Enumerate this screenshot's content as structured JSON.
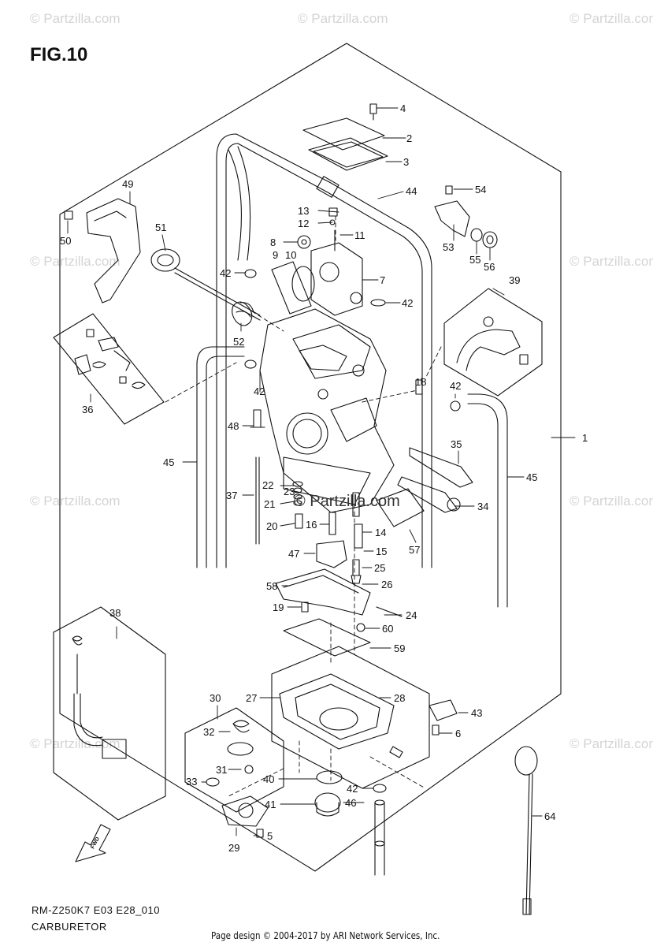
{
  "figure": {
    "title": "FIG.10",
    "model_code": "RM-Z250K7 E03 E28_010",
    "subtitle": "CARBURETOR",
    "credit": "Page design © 2004-2017 by ARI Network Services, Inc."
  },
  "watermarks": {
    "text": "© Partzilla.com",
    "center_text": "© Partzilla.com"
  },
  "fwd_label": "FWD",
  "callouts": [
    {
      "id": "1",
      "text": "1"
    },
    {
      "id": "2",
      "text": "2"
    },
    {
      "id": "3",
      "text": "3"
    },
    {
      "id": "4",
      "text": "4"
    },
    {
      "id": "5",
      "text": "5"
    },
    {
      "id": "6",
      "text": "6"
    },
    {
      "id": "7",
      "text": "7"
    },
    {
      "id": "8",
      "text": "8"
    },
    {
      "id": "9",
      "text": "9"
    },
    {
      "id": "10",
      "text": "10"
    },
    {
      "id": "11",
      "text": "11"
    },
    {
      "id": "12",
      "text": "12"
    },
    {
      "id": "13",
      "text": "13"
    },
    {
      "id": "14",
      "text": "14"
    },
    {
      "id": "15",
      "text": "15"
    },
    {
      "id": "16",
      "text": "16"
    },
    {
      "id": "18",
      "text": "18"
    },
    {
      "id": "19",
      "text": "19"
    },
    {
      "id": "20",
      "text": "20"
    },
    {
      "id": "21",
      "text": "21"
    },
    {
      "id": "22",
      "text": "22"
    },
    {
      "id": "23",
      "text": "23"
    },
    {
      "id": "24",
      "text": "24"
    },
    {
      "id": "25",
      "text": "25"
    },
    {
      "id": "26",
      "text": "26"
    },
    {
      "id": "27",
      "text": "27"
    },
    {
      "id": "28",
      "text": "28"
    },
    {
      "id": "29",
      "text": "29"
    },
    {
      "id": "30",
      "text": "30"
    },
    {
      "id": "31",
      "text": "31"
    },
    {
      "id": "32",
      "text": "32"
    },
    {
      "id": "33",
      "text": "33"
    },
    {
      "id": "34",
      "text": "34"
    },
    {
      "id": "35",
      "text": "35"
    },
    {
      "id": "36",
      "text": "36"
    },
    {
      "id": "37",
      "text": "37"
    },
    {
      "id": "38",
      "text": "38"
    },
    {
      "id": "39",
      "text": "39"
    },
    {
      "id": "40",
      "text": "40"
    },
    {
      "id": "41",
      "text": "41"
    },
    {
      "id": "42a",
      "text": "42"
    },
    {
      "id": "42b",
      "text": "42"
    },
    {
      "id": "42c",
      "text": "42"
    },
    {
      "id": "42d",
      "text": "42"
    },
    {
      "id": "42e",
      "text": "42"
    },
    {
      "id": "43",
      "text": "43"
    },
    {
      "id": "44",
      "text": "44"
    },
    {
      "id": "45a",
      "text": "45"
    },
    {
      "id": "45b",
      "text": "45"
    },
    {
      "id": "46",
      "text": "46"
    },
    {
      "id": "47",
      "text": "47"
    },
    {
      "id": "48",
      "text": "48"
    },
    {
      "id": "49",
      "text": "49"
    },
    {
      "id": "50",
      "text": "50"
    },
    {
      "id": "51",
      "text": "51"
    },
    {
      "id": "52",
      "text": "52"
    },
    {
      "id": "53",
      "text": "53"
    },
    {
      "id": "54",
      "text": "54"
    },
    {
      "id": "55",
      "text": "55"
    },
    {
      "id": "56",
      "text": "56"
    },
    {
      "id": "57",
      "text": "57"
    },
    {
      "id": "58",
      "text": "58"
    },
    {
      "id": "59",
      "text": "59"
    },
    {
      "id": "60",
      "text": "60"
    },
    {
      "id": "64",
      "text": "64"
    }
  ]
}
